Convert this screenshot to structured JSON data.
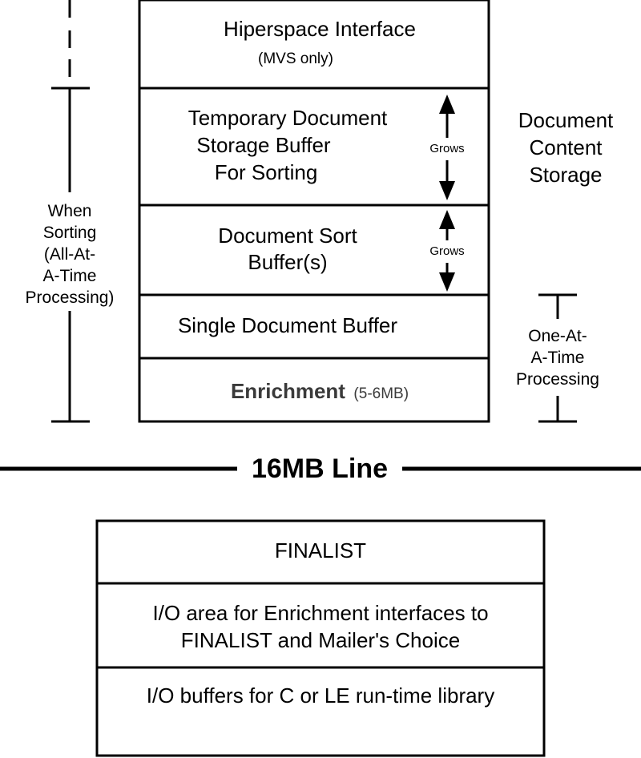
{
  "upper_stack": {
    "hiperspace": {
      "title": "Hiperspace Interface",
      "note": "(MVS only)"
    },
    "temp_buffer": {
      "lines": [
        "Temporary Document",
        "Storage Buffer",
        "For Sorting"
      ],
      "grows_label": "Grows"
    },
    "sort_buffer": {
      "lines": [
        "Document Sort",
        "Buffer(s)"
      ],
      "grows_label": "Grows"
    },
    "single_buffer": {
      "title": "Single Document Buffer"
    },
    "enrichment": {
      "title": "Enrichment",
      "size": "(5-6MB)"
    }
  },
  "left_label": {
    "lines": [
      "When",
      "Sorting",
      "(All-At-",
      "A-Time",
      "Processing)"
    ]
  },
  "right_label": {
    "lines": [
      "Document",
      "Content",
      "Storage"
    ]
  },
  "right_bracket_label": {
    "lines": [
      "One-At-",
      "A-Time",
      "Processing"
    ]
  },
  "divider": {
    "label": "16MB Line"
  },
  "lower_stack": {
    "finalist": {
      "title": "FINALIST"
    },
    "io_area": {
      "lines": [
        "I/O area for Enrichment interfaces to",
        "FINALIST and Mailer's Choice"
      ]
    },
    "io_buffers": {
      "title": "I/O buffers for C or LE run-time library"
    }
  },
  "colors": {
    "stroke": "#000000",
    "secondary_text": "#3a3a3a",
    "background": "#ffffff"
  },
  "icons": [
    "double-arrow-icon"
  ]
}
